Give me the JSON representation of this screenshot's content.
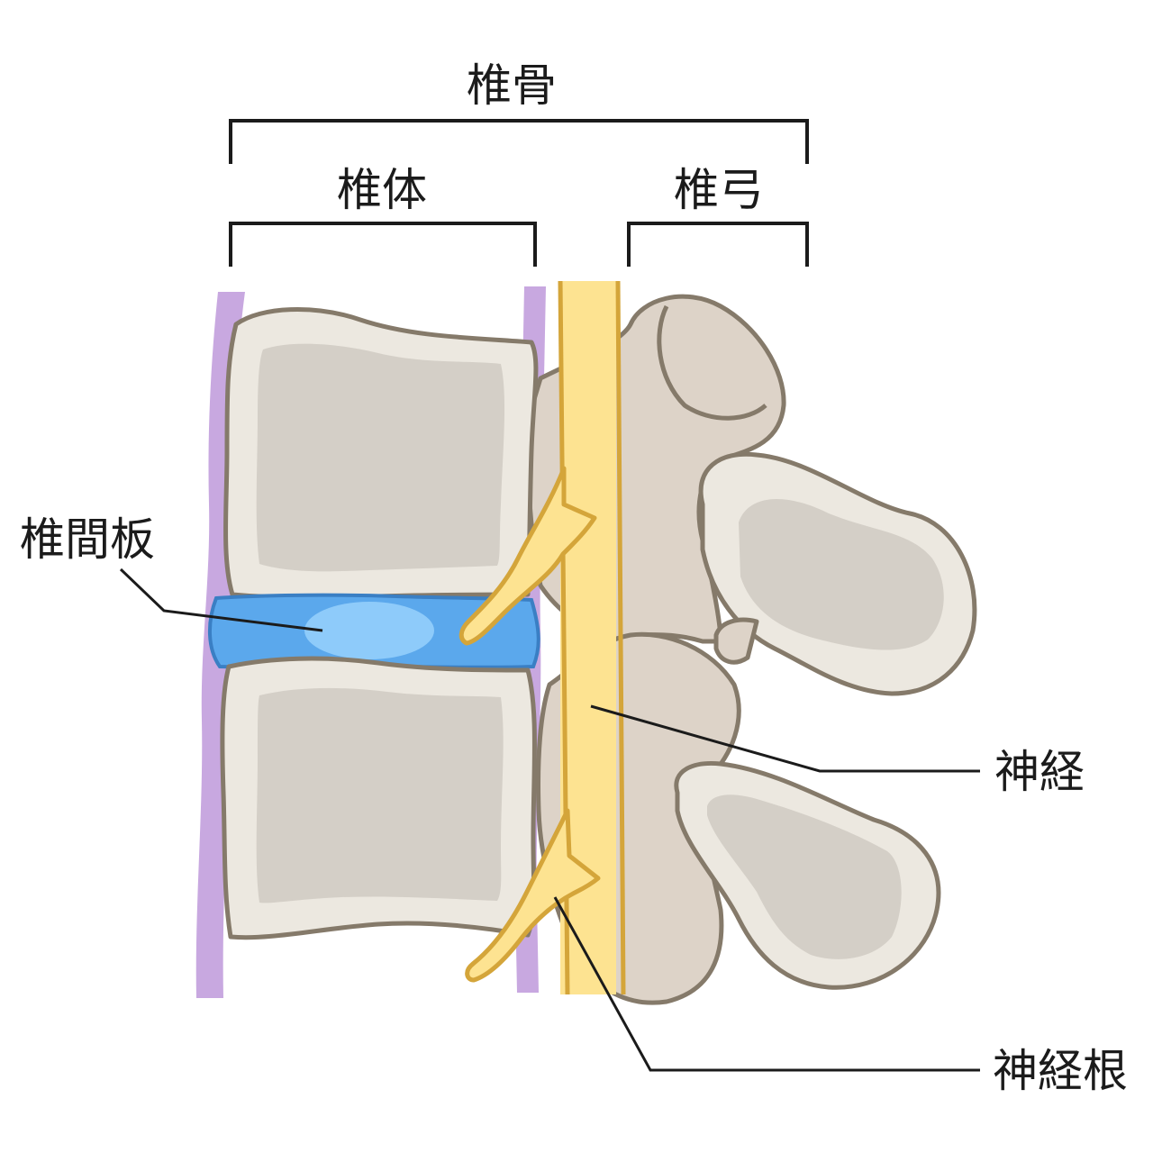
{
  "labels": {
    "vertebra": "椎骨",
    "vertebral_body": "椎体",
    "vertebral_arch": "椎弓",
    "intervertebral_disc": "椎間板",
    "nerve": "神経",
    "nerve_root": "神経根"
  },
  "colors": {
    "bone_fill": "#ece8e0",
    "bone_inner": "#d4cfc7",
    "bone_outline": "#857a6a",
    "arch_fill": "#ddd3c8",
    "ligament": "#c8a8e0",
    "disc": "#5ba8ec",
    "disc_nucleus": "#8ecbfa",
    "nerve_fill": "#fde391",
    "nerve_outline": "#d4a53a",
    "line": "#1b1b1b"
  }
}
